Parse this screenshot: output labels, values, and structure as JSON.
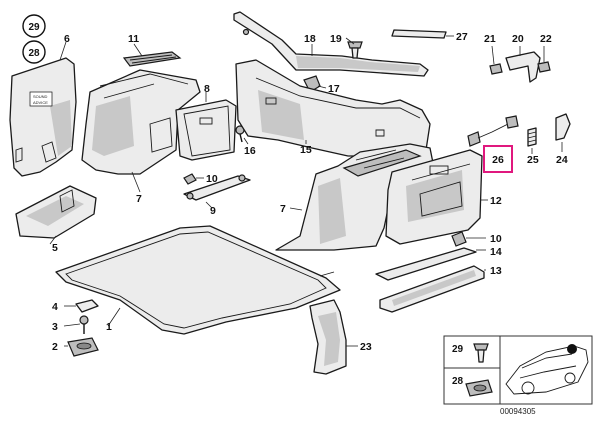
{
  "diagram": {
    "callouts": {
      "p1": "1",
      "p2": "2",
      "p3": "3",
      "p4": "4",
      "p5": "5",
      "p6": "6",
      "p7a": "7",
      "p7b": "7",
      "p8": "8",
      "p9": "9",
      "p10a": "10",
      "p10b": "10",
      "p11": "11",
      "p12": "12",
      "p13": "13",
      "p14": "14",
      "p15": "15",
      "p16": "16",
      "p17": "17",
      "p18": "18",
      "p19": "19",
      "p20": "20",
      "p21": "21",
      "p22": "22",
      "p23": "23",
      "p24": "24",
      "p25": "25",
      "p26": "26",
      "p27": "27",
      "p28": "28",
      "p29": "29"
    },
    "inset": {
      "label_29": "29",
      "label_28": "28"
    },
    "panel_text": {
      "line1": "SOUND",
      "line2": "ADVICE"
    },
    "highlight_color": "#e0187e",
    "reference_number": "00094305"
  }
}
